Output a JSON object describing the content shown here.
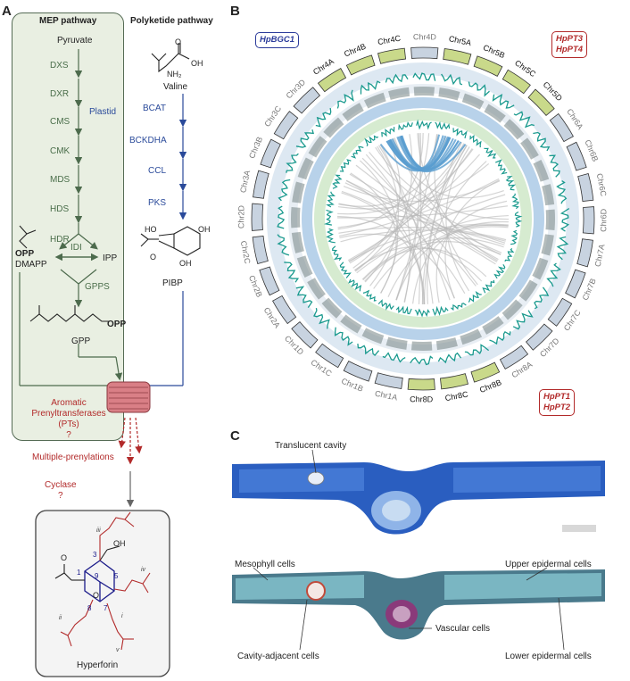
{
  "panels": {
    "a": "A",
    "b": "B",
    "c": "C"
  },
  "panel_a": {
    "mep_title": "MEP pathway",
    "pk_title": "Polyketide pathway",
    "pyruvate": "Pyruvate",
    "mep_steps": [
      "DXS",
      "DXR",
      "CMS",
      "CMK",
      "MDS",
      "HDS",
      "HDR"
    ],
    "plastid": "Plastid",
    "idi": "IDI",
    "dmapp": "DMAPP",
    "ipp": "IPP",
    "opp": "OPP",
    "gpps": "GPPS",
    "gpp": "GPP",
    "valine": "Valine",
    "nh2": "NH₂",
    "oh": "OH",
    "o": "O",
    "ho": "HO",
    "pk_steps": [
      "BCAT",
      "BCKDHA",
      "CCL",
      "PKS"
    ],
    "pibp": "PIBP",
    "pt_label": [
      "Aromatic",
      "Prenyltransferases",
      "(PTs)",
      "?"
    ],
    "multi": "Multiple-prenylations",
    "cyclase": [
      "Cyclase",
      "?"
    ],
    "hyperforin": "Hyperforin",
    "hyp_numbers": [
      "1",
      "3",
      "5",
      "7",
      "8",
      "9"
    ],
    "hyp_roman": [
      "i",
      "ii",
      "iii",
      "iv",
      "v"
    ]
  },
  "panel_b": {
    "gene_boxes": {
      "bgc": "HpBGC1",
      "pt34": [
        "HpPT3",
        "HpPT4"
      ],
      "pt12": [
        "HpPT1",
        "HpPT2"
      ]
    },
    "chromosomes": [
      "Chr4D",
      "Chr5A",
      "Chr5B",
      "Chr5C",
      "Chr5D",
      "Chr6A",
      "Chr6B",
      "Chr6C",
      "Chr6D",
      "Chr7A",
      "Chr7B",
      "Chr7C",
      "Chr7D",
      "Chr8A",
      "Chr8B",
      "Chr8C",
      "Chr8D",
      "Chr1A",
      "Chr1B",
      "Chr1C",
      "Chr1D",
      "Chr2A",
      "Chr2B",
      "Chr2C",
      "Chr2D",
      "Chr3A",
      "Chr3B",
      "Chr3C",
      "Chr3D",
      "Chr4A",
      "Chr4B",
      "Chr4C"
    ],
    "colors": {
      "chrom_gray": "#c8d3e0",
      "chrom_green": "#c9d98a",
      "teal": "#1a9a8e",
      "blue": "#4a8ac8",
      "green": "#9acc8a",
      "link_gray": "#b8b8b8",
      "link_blue": "#5a9ed0"
    }
  },
  "panel_c": {
    "translucent": "Translucent cavity",
    "mesophyll": "Mesophyll cells",
    "upper": "Upper epidermal cells",
    "cavity_adj": "Cavity-adjacent cells",
    "vascular": "Vascular  cells",
    "lower": "Lower epidermal cells"
  }
}
